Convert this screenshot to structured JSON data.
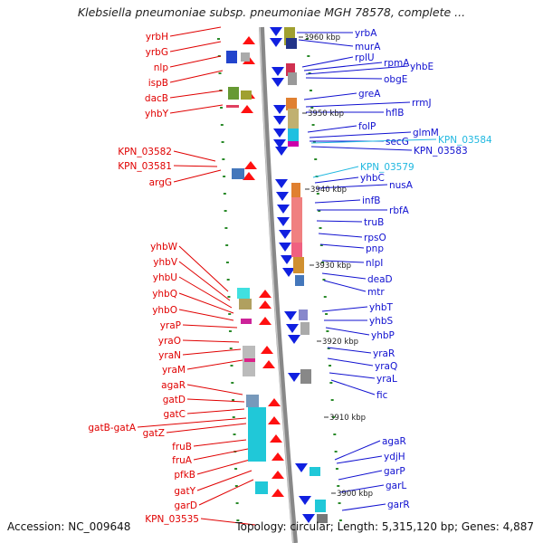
{
  "title": "Klebsiella pneumoniae subsp. pneumoniae MGH 78578, complete ...",
  "footer": {
    "accession": "Accession: NC_009648",
    "topology": "Topology: circular; Length: 5,315,120 bp; Genes: 4,887"
  },
  "colors": {
    "left_label": "#e00000",
    "right_label": "#1010d0",
    "highlight_label": "#20b8e0",
    "left_gene": "#ff1010",
    "right_gene": "#1020e0",
    "backbone": "#888888"
  },
  "scale_ticks": [
    "3960 kbp",
    "3950 kbp",
    "3940 kbp",
    "3930 kbp",
    "3920 kbp",
    "3910 kbp",
    "3900 kbp"
  ],
  "left_labels": [
    "yrbH",
    "yrbG",
    "nlp",
    "ispB",
    "dacB",
    "yhbY",
    "KPN_03582",
    "KPN_03581",
    "argG",
    "yhbW",
    "yhbV",
    "yhbU",
    "yhbQ",
    "yhbO",
    "yraP",
    "yraO",
    "yraN",
    "yraM",
    "agaR",
    "gatD",
    "gatC",
    "gatB-gatA",
    "gatZ",
    "fruB",
    "fruA",
    "pfkB",
    "gatY",
    "garD",
    "KPN_03535"
  ],
  "right_labels": [
    "yrbA",
    "murA",
    "rplU",
    "rpmA",
    "yhbE",
    "obgE",
    "greA",
    "rrmJ",
    "hflB",
    "folP",
    "glmM",
    "secG",
    "KPN_03584",
    "KPN_03583",
    "KPN_03579",
    "yhbC",
    "nusA",
    "infB",
    "rbfA",
    "truB",
    "rpsO",
    "pnp",
    "nlpI",
    "deaD",
    "mtr",
    "yhbT",
    "yhbS",
    "yhbP",
    "yraR",
    "yraQ",
    "yraL",
    "fic",
    "agaR",
    "ydjH",
    "garP",
    "garL",
    "garR"
  ],
  "highlight_labels": [
    "KPN_03584",
    "KPN_03579"
  ]
}
